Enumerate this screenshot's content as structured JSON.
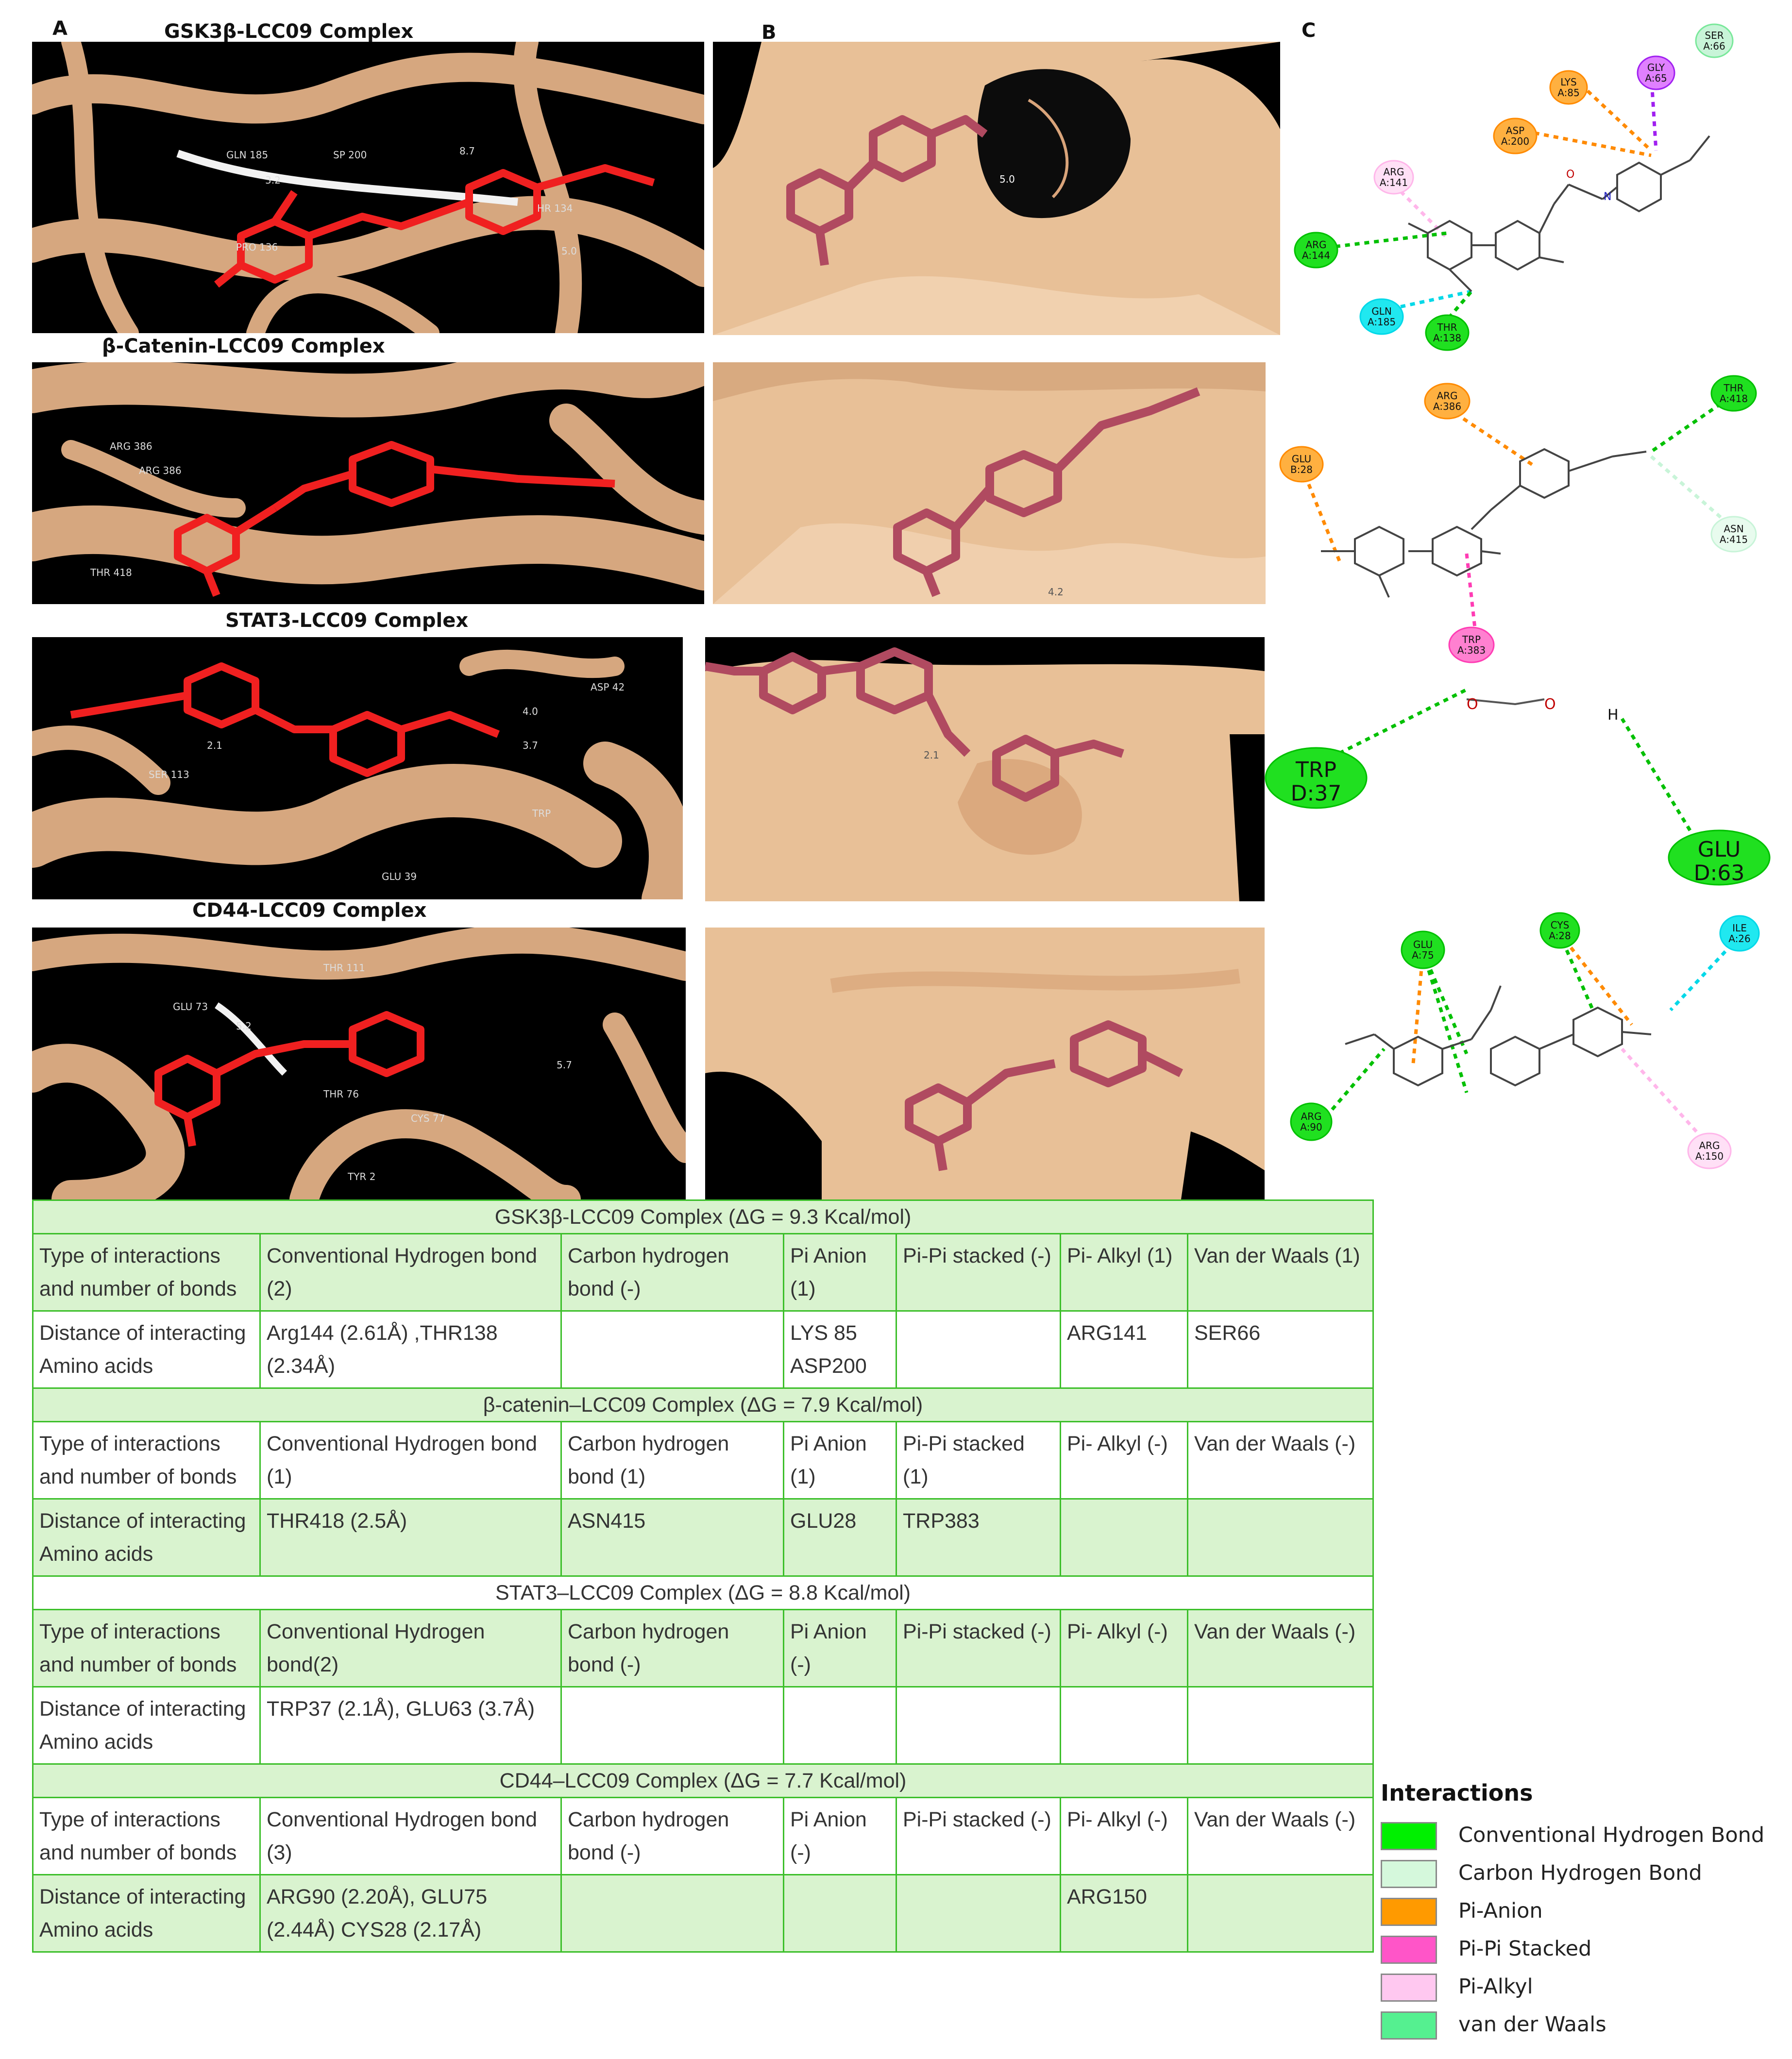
{
  "panel_letters": {
    "a": "A",
    "b": "B",
    "c": "C"
  },
  "complex_titles": {
    "gsk3b": "GSK3β-LCC09 Complex",
    "bcatenin": "β-Catenin-LCC09 Complex",
    "stat3": "STAT3-LCC09 Complex",
    "cd44": "CD44-LCC09 Complex"
  },
  "structure_labels": {
    "gsk3b": [
      "GLN 185",
      "SP 200",
      "8.7",
      "3.2",
      "HR 134",
      "PRO 136",
      "5.0"
    ],
    "gsk3b_surface": [
      "5.0"
    ],
    "bcatenin": [
      "ARG 386",
      "ARG 386",
      "THR 418"
    ],
    "bcatenin_surface": [
      "4.2"
    ],
    "stat3": [
      "ASP 42",
      "4.0",
      "2.1",
      "3.7",
      "SER 113",
      "TRP",
      "GLU 39"
    ],
    "stat3_surface": [
      "2.1"
    ],
    "cd44": [
      "THR 111",
      "GLU 73",
      "5.2",
      "THR 76",
      "CYS 77",
      "5.7",
      "TYR 2"
    ]
  },
  "diagram_residues": {
    "gsk3b": [
      {
        "label": "SER\nA:66",
        "kind": "vdw"
      },
      {
        "label": "LYS\nA:85",
        "kind": "anion"
      },
      {
        "label": "GLY\nA:65",
        "kind": "sigma"
      },
      {
        "label": "ASP\nA:200",
        "kind": "anion"
      },
      {
        "label": "ARG\nA:141",
        "kind": "alkyl"
      },
      {
        "label": "ARG\nA:144",
        "kind": "hbond"
      },
      {
        "label": "GLN\nA:185",
        "kind": "halogen"
      },
      {
        "label": "THR\nA:138",
        "kind": "hbond"
      }
    ],
    "bcatenin": [
      {
        "label": "ARG\nA:386",
        "kind": "anion"
      },
      {
        "label": "THR\nA:418",
        "kind": "hbond"
      },
      {
        "label": "GLU\nB:28",
        "kind": "anion"
      },
      {
        "label": "ASN\nA:415",
        "kind": "carbon"
      },
      {
        "label": "TRP\nA:383",
        "kind": "stacked"
      }
    ],
    "stat3": [
      {
        "label": "TRP\nD:37",
        "kind": "hbond"
      },
      {
        "label": "GLU\nD:63",
        "kind": "hbond"
      }
    ],
    "cd44": [
      {
        "label": "GLU\nA:75",
        "kind": "hbond"
      },
      {
        "label": "CYS\nA:28",
        "kind": "hbond"
      },
      {
        "label": "ILE\nA:26",
        "kind": "halogen"
      },
      {
        "label": "ARG\nA:90",
        "kind": "hbond"
      },
      {
        "label": "ARG\nA:150",
        "kind": "alkyl"
      }
    ],
    "stat3_atoms": {
      "o": "O",
      "h": "H"
    },
    "atom_o": "O",
    "atom_n": "N",
    "atom_h": "H"
  },
  "table": {
    "sections": [
      {
        "header": "GSK3β-LCC09 Complex (ΔG = 9.3 Kcal/mol)",
        "type_label": "Type of interactions and number of bonds",
        "types": [
          "Conventional Hydrogen bond (2)",
          "Carbon hydrogen bond (-)",
          "Pi Anion (1)",
          "Pi-Pi stacked (-)",
          "Pi- Alkyl (1)",
          "Van der Waals (1)"
        ],
        "dist_label": "Distance of interacting Amino acids",
        "dists": [
          "Arg144 (2.61Å) ,THR138 (2.34Å)",
          "",
          "LYS 85 ASP200",
          "",
          "ARG141",
          "SER66"
        ]
      },
      {
        "header": "β-catenin–LCC09 Complex (ΔG = 7.9 Kcal/mol)",
        "type_label": "Type of interactions and number of bonds",
        "types": [
          "Conventional Hydrogen bond (1)",
          "Carbon hydrogen bond (1)",
          "Pi Anion (1)",
          "Pi-Pi stacked (1)",
          "Pi- Alkyl (-)",
          "Van der Waals (-)"
        ],
        "dist_label": "Distance of interacting Amino acids",
        "dists": [
          "THR418 (2.5Å)",
          "ASN415",
          "GLU28",
          "TRP383",
          "",
          ""
        ]
      },
      {
        "header": "STAT3–LCC09 Complex (ΔG = 8.8 Kcal/mol)",
        "type_label": "Type of interactions and number of bonds",
        "types": [
          "Conventional Hydrogen bond(2)",
          "Carbon hydrogen bond (-)",
          "Pi Anion (-)",
          "Pi-Pi stacked (-)",
          "Pi- Alkyl (-)",
          "Van der Waals (-)"
        ],
        "dist_label": "Distance of interacting Amino acids",
        "dists": [
          "TRP37 (2.1Å), GLU63 (3.7Å)",
          "",
          "",
          "",
          "",
          ""
        ]
      },
      {
        "header": "CD44–LCC09 Complex (ΔG = 7.7 Kcal/mol)",
        "type_label": "Type of interactions and number of bonds",
        "types": [
          "Conventional Hydrogen bond (3)",
          "Carbon hydrogen bond (-)",
          "Pi Anion (-)",
          "Pi-Pi stacked (-)",
          "Pi- Alkyl (-)",
          "Van der Waals (-)"
        ],
        "dist_label": "Distance of interacting Amino acids",
        "dists": [
          "ARG90 (2.20Å), GLU75 (2.44Å) CYS28 (2.17Å)",
          "",
          "",
          "",
          "ARG150",
          ""
        ]
      }
    ]
  },
  "legend": {
    "title": "Interactions",
    "items": [
      {
        "label": "Conventional Hydrogen Bond",
        "color": "#00f000"
      },
      {
        "label": "Carbon Hydrogen Bond",
        "color": "#d5f8dc"
      },
      {
        "label": "Pi-Anion",
        "color": "#ff9a00"
      },
      {
        "label": "Pi-Pi Stacked",
        "color": "#ff55c8"
      },
      {
        "label": "Pi-Alkyl",
        "color": "#ffc8f0"
      },
      {
        "label": "van der Waals",
        "color": "#55f090"
      }
    ]
  },
  "colors": {
    "ribbon": "#d6a77f",
    "ligand_ribbon": "#f02020",
    "ligand_surface": "#b04a60",
    "surface": "#e8c097",
    "table_green": "#d9f3cf",
    "table_border": "#3cbf2a",
    "hbond": "#00c000",
    "anion": "#ff8a00",
    "alkyl": "#ffb6ea",
    "stacked": "#ff3cb4",
    "halogen": "#00d8e8",
    "sigma": "#a020f0",
    "carbon": "#c8f4d8",
    "vdw": "#79e89a"
  }
}
